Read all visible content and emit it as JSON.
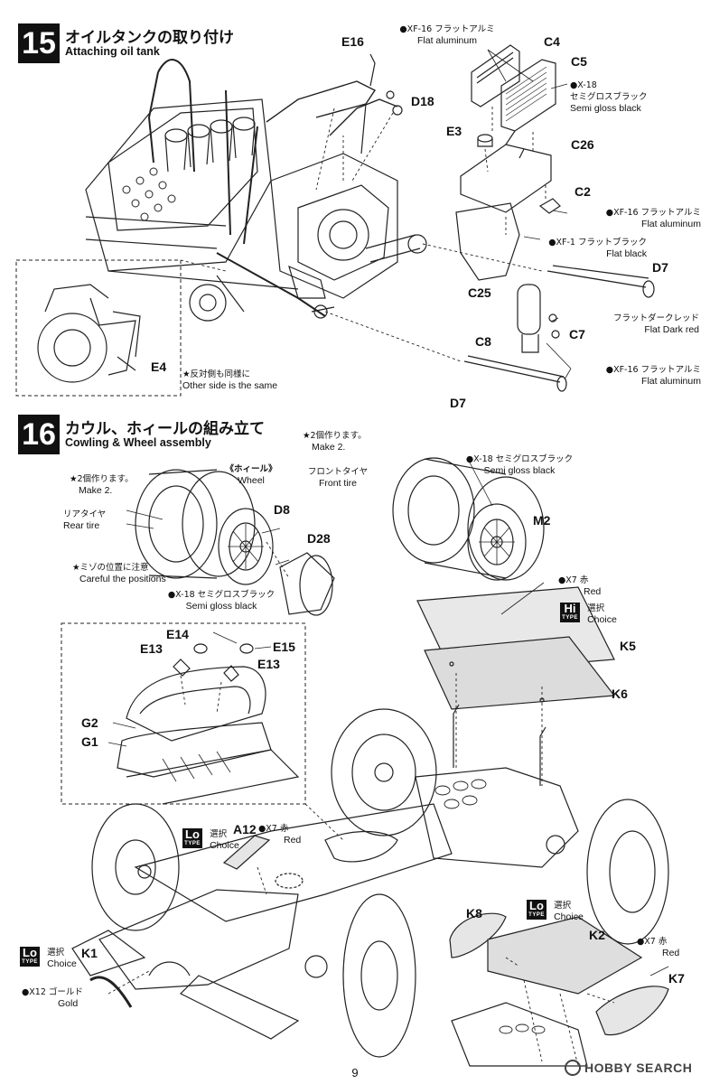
{
  "step15": {
    "number": "15",
    "title_jp": "オイルタンクの取り付け",
    "title_en": "Attaching oil tank",
    "parts": {
      "E16": "E16",
      "D18": "D18",
      "C4": "C4",
      "C5": "C5",
      "E3": "E3",
      "C26": "C26",
      "C2": "C2",
      "D7a": "D7",
      "C25": "C25",
      "C8": "C8",
      "C7": "C7",
      "D7b": "D7",
      "E4": "E4"
    },
    "notes": {
      "xf16_top_jp": "●XF-16 フラットアルミ",
      "xf16_top_en": "Flat aluminum",
      "x18_jp1": "●X-18",
      "x18_jp2": "セミグロスブラック",
      "x18_en": "Semi gloss black",
      "xf16_c2_jp": "●XF-16 フラットアルミ",
      "xf16_c2_en": "Flat aluminum",
      "xf1_jp": "●XF-1 フラットブラック",
      "xf1_en": "Flat black",
      "fdr_jp": "フラットダークレッド",
      "fdr_en": "Flat Dark red",
      "xf16_c7_jp": "●XF-16 フラットアルミ",
      "xf16_c7_en": "Flat aluminum",
      "other_jp": "★反対側も同様に",
      "other_en": "Other side is the same"
    }
  },
  "step16": {
    "number": "16",
    "title_jp": "カウル、ホィールの組み立て",
    "title_en": "Cowling & Wheel assembly",
    "parts": {
      "D8": "D8",
      "D28": "D28",
      "M2": "M2",
      "E14": "E14",
      "E13a": "E13",
      "E15": "E15",
      "E13b": "E13",
      "G2": "G2",
      "G1": "G1",
      "A12": "A12",
      "K5": "K5",
      "K6": "K6",
      "K8": "K8",
      "K2": "K2",
      "K7": "K7",
      "K1": "K1"
    },
    "notes": {
      "make2a_jp": "★2個作ります。",
      "make2a_en": "Make 2.",
      "make2b_jp": "★2個作ります。",
      "make2b_en": "Make 2.",
      "wheel_jp": "《ホィール》",
      "wheel_en": "Wheel",
      "front_jp": "フロントタイヤ",
      "front_en": "Front tire",
      "rear_jp": "リアタイヤ",
      "rear_en": "Rear tire",
      "x18_jp": "●X-18 セミグロスブラック",
      "x18_en": "Semi gloss black",
      "groove_jp": "★ミゾの位置に注意",
      "groove_en": "Careful the positions",
      "x18b_jp": "●X-18 セミグロスブラック",
      "x18b_en": "Semi gloss black",
      "x7a_jp": "●X7 赤",
      "x7a_en": "Red",
      "choice_jp": "選択",
      "choice_en": "Choice",
      "x7b_jp": "●X7 赤",
      "x7b_en": "Red",
      "x7c_jp": "●X7 赤",
      "x7c_en": "Red",
      "x12_jp": "●X12 ゴールド",
      "x12_en": "Gold"
    },
    "badges": {
      "hi": "Hi",
      "lo": "Lo",
      "type": "TYPE"
    }
  },
  "footer": {
    "page_number": "9",
    "watermark": "HOBBY SEARCH"
  }
}
